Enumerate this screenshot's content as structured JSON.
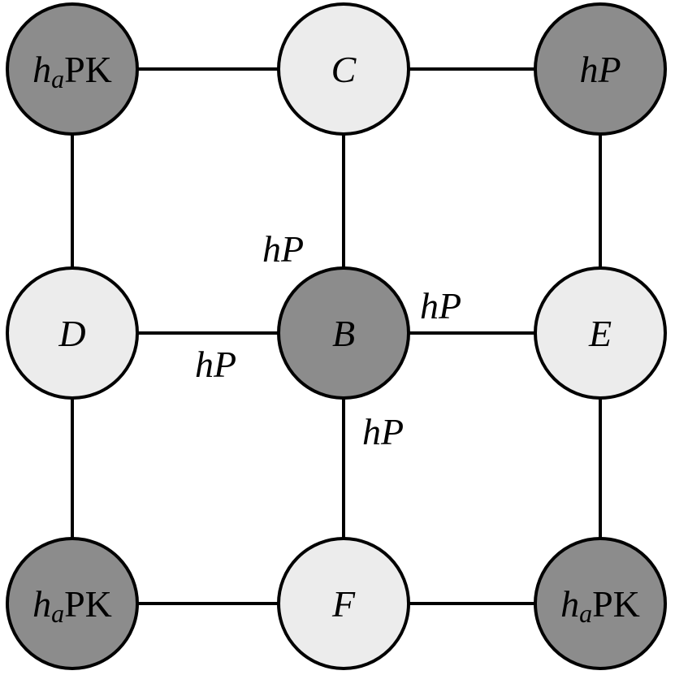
{
  "colors": {
    "dark_node": "#8c8c8c",
    "light_node": "#ececec",
    "line": "#000000",
    "background": "#ffffff"
  },
  "nodes": {
    "top_left": {
      "main": "h",
      "sub": "a",
      "suffix": "PK",
      "shade": "dark"
    },
    "top_middle": {
      "main": "C",
      "sub": "",
      "suffix": "",
      "shade": "light"
    },
    "top_right": {
      "main": "hP",
      "sub": "",
      "suffix": "",
      "shade": "dark"
    },
    "mid_left": {
      "main": "D",
      "sub": "",
      "suffix": "",
      "shade": "light"
    },
    "center": {
      "main": "B",
      "sub": "",
      "suffix": "",
      "shade": "dark"
    },
    "mid_right": {
      "main": "E",
      "sub": "",
      "suffix": "",
      "shade": "light"
    },
    "bottom_left": {
      "main": "h",
      "sub": "a",
      "suffix": "PK",
      "shade": "dark"
    },
    "bottom_middle": {
      "main": "F",
      "sub": "",
      "suffix": "",
      "shade": "light"
    },
    "bottom_right": {
      "main": "h",
      "sub": "a",
      "suffix": "PK",
      "shade": "dark"
    }
  },
  "edge_labels": {
    "center_up": "hP",
    "center_right": "hP",
    "center_left": "hP",
    "center_down": "hP"
  }
}
